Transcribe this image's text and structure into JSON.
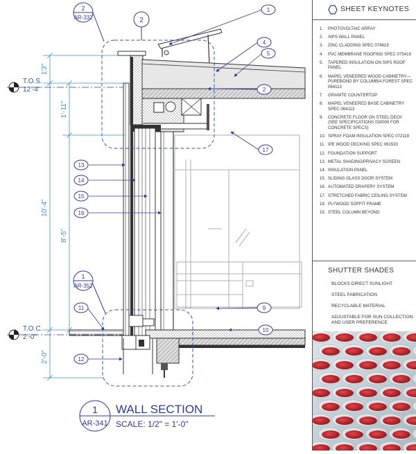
{
  "section": {
    "number": "1",
    "sheet": "AR-341",
    "title": "WALL SECTION",
    "scale": "SCALE: 1/2\" = 1'-0\""
  },
  "levels": {
    "tos_label": "T.O.S.",
    "tos_value": "12'-4\"",
    "toc_label": "T.O.C.",
    "toc_value": "2'-0\""
  },
  "dimensions": [
    "1'3\"",
    "1'-11\"",
    "10'-4\"",
    "8'-5\"",
    "2'-0\""
  ],
  "detail_refs": [
    {
      "number": "2",
      "sheet": "AR-332"
    },
    {
      "number": "1",
      "sheet": "AR-352"
    },
    {
      "number": "2",
      "sheet": ""
    }
  ],
  "callouts": [
    "1",
    "2",
    "4",
    "5",
    "9",
    "10",
    "11",
    "12",
    "13",
    "14",
    "15",
    "16",
    "17"
  ],
  "keynotes": {
    "title": "SHEET KEYNOTES",
    "items": [
      {
        "n": "1.",
        "text": "PHOTOVOLTAIC ARRAY"
      },
      {
        "n": "2.",
        "text": "SIPS WALL PANEL"
      },
      {
        "n": "3.",
        "text": "ZINC CLADDING SPEC 074619"
      },
      {
        "n": "4.",
        "text": "PVC MEMBRANE ROOFING SPEC 075419"
      },
      {
        "n": "5.",
        "text": "TAPERED INSULATION ON SIPS ROOF PANEL"
      },
      {
        "n": "6.",
        "text": "MAPEL VENEERED WOOD CABINETRY—PUREBOND BY COLUMBIA FOREST SPEC 064113"
      },
      {
        "n": "7.",
        "text": "GRANITE COUNTERTOP"
      },
      {
        "n": "8.",
        "text": "MAPEL VENEERED BASE CABINETRY SPEC 064113"
      },
      {
        "n": "9.",
        "text": "CONCRETE FLOOR ON STEEL DECK (SEE SPECIFICATIONS 030000 FOR CONCRETE SPECS)"
      },
      {
        "n": "10.",
        "text": "SPRAY FOAM INSULATION SPEC 072119"
      },
      {
        "n": "11.",
        "text": "IPE WOOD DECKING SPEC 061533"
      },
      {
        "n": "12.",
        "text": "FOUNDATION SUPPORT"
      },
      {
        "n": "13.",
        "text": "METAL SHADING/PRIVACY SCREEN"
      },
      {
        "n": "14.",
        "text": "INSULATION PANEL"
      },
      {
        "n": "15.",
        "text": "SLIDING GLASS DOOR SYSTEM"
      },
      {
        "n": "16.",
        "text": "AUTOMATED DRAPERY SYSTEM"
      },
      {
        "n": "17.",
        "text": "STRETCHED FABRIC CEILING SYSTEM"
      },
      {
        "n": "18.",
        "text": "PLYWOOD SOFFIT FRAME"
      },
      {
        "n": "19.",
        "text": "STEEL COLUMN BEYOND"
      }
    ]
  },
  "shutter": {
    "title": "SHUTTER SHADES",
    "items": [
      "BLOCKS DIRECT SUNLIGHT",
      "STEEL FABRICATION",
      "RECYCLABLE MATERIAL",
      "ADJUSTABLE FOR SUN COLLECTION AND USER PREFERENCE"
    ]
  },
  "colors": {
    "line": "#333333",
    "dim": "#3d8fc4",
    "callout": "#2e3a9a",
    "dash": "#3a56b4",
    "shade_red": "#b8232a"
  }
}
